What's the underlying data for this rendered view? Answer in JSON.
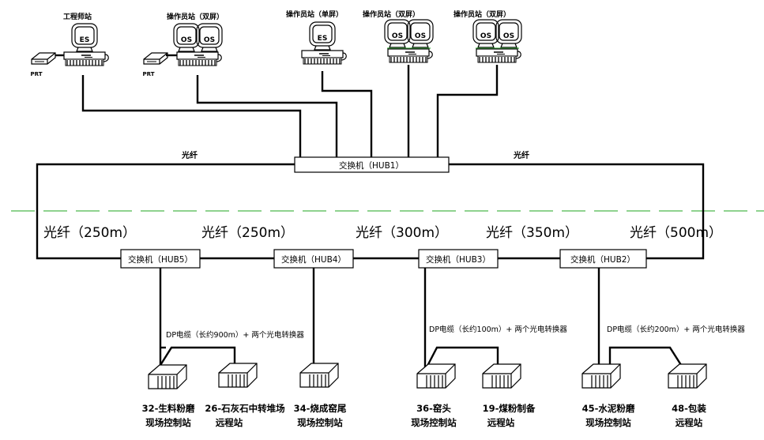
{
  "title": "Plant control network topology",
  "colors": {
    "line": "#000000",
    "divider": "#4cb84c",
    "background": "#ffffff"
  },
  "workstations": [
    {
      "id": "ws-eng",
      "label": "工程师站",
      "screens": [
        "ES"
      ],
      "printer": "PRT"
    },
    {
      "id": "ws-op1",
      "label": "操作员站（双屏）",
      "screens": [
        "OS",
        "OS"
      ],
      "printer": "PRT"
    },
    {
      "id": "ws-op2",
      "label": "操作员站（单屏）",
      "screens": [
        "ES"
      ]
    },
    {
      "id": "ws-op3",
      "label": "操作员站（双屏）",
      "screens": [
        "OS",
        "OS"
      ]
    },
    {
      "id": "ws-op4",
      "label": "操作员站（双屏）",
      "screens": [
        "OS",
        "OS"
      ]
    }
  ],
  "core_switch": {
    "label": "交换机（HUB1）"
  },
  "fiber_labels": {
    "left": "光纤",
    "right": "光纤"
  },
  "ring_segments": [
    {
      "label": "光纤（250m）"
    },
    {
      "label": "光纤（250m）"
    },
    {
      "label": "光纤（300m）"
    },
    {
      "label": "光纤（350m）"
    },
    {
      "label": "光纤（500m）"
    }
  ],
  "switches": [
    {
      "id": "hub5",
      "label": "交换机（HUB5）"
    },
    {
      "id": "hub4",
      "label": "交换机（HUB4）"
    },
    {
      "id": "hub3",
      "label": "交换机（HUB3）"
    },
    {
      "id": "hub2",
      "label": "交换机（HUB2）"
    }
  ],
  "dp_links": [
    {
      "label": "DP电缆（长约900m）+ 两个光电转换器"
    },
    {
      "label": "DP电缆（长约100m）+ 两个光电转换器"
    },
    {
      "label": "DP电缆（长约200m）+ 两个光电转换器"
    }
  ],
  "stations": [
    {
      "line1": "32-生料粉磨",
      "line2": "现场控制站"
    },
    {
      "line1": "26-石灰石中转堆场",
      "line2": "远程站"
    },
    {
      "line1": "34-烧成窑尾",
      "line2": "现场控制站"
    },
    {
      "line1": "36-窑头",
      "line2": "现场控制站"
    },
    {
      "line1": "19-煤粉制备",
      "line2": "远程站"
    },
    {
      "line1": "45-水泥粉磨",
      "line2": "现场控制站"
    },
    {
      "line1": "48-包装",
      "line2": "远程站"
    }
  ]
}
